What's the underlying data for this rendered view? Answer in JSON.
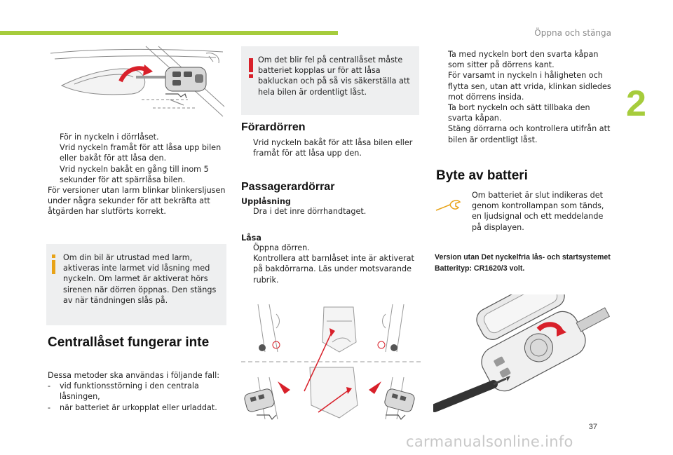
{
  "header": {
    "section_title": "Öppna och stänga",
    "chapter": "2",
    "page_number": "37"
  },
  "bullet_symbol": "",
  "col1": {
    "steps": [
      "För in nyckeln i dörrlåset.",
      "Vrid nyckeln framåt för att låsa upp bilen eller bakåt för att låsa den.",
      "Vrid nyckeln bakåt en gång till inom 5 sekunder för att spärrlåsa bilen."
    ],
    "note": "För versioner utan larm blinkar blinkersljusen under några sekunder för att bekräfta att åtgärden har slutförts korrekt.",
    "info_box": "Om din bil är utrustad med larm, aktiveras inte larmet vid låsning med nyckeln. Om larmet är aktiverat hörs sirenen när dörren öppnas. Den stängs av när tändningen slås på.",
    "central_lock_title": "Centrallåset fungerar inte",
    "central_lock_intro": "Dessa metoder ska användas i följande fall:",
    "central_lock_cases": [
      "vid funktionsstörning i den centrala låsningen,",
      "när batteriet är urkopplat eller urladdat."
    ],
    "dash_symbol": "-"
  },
  "col2": {
    "warning_box": "Om det blir fel på centrallåset måste batteriet kopplas ur för att låsa bakluckan och på så vis säkerställa att hela bilen är ordentligt låst.",
    "driver_door_title": "Förardörren",
    "driver_door_steps": [
      "Vrid nyckeln bakåt för att låsa bilen eller framåt för att låsa upp den."
    ],
    "passenger_doors_title": "Passagerardörrar",
    "unlock_label": "Upplåsning",
    "unlock_steps": [
      "Dra i det inre dörrhandtaget."
    ],
    "lock_label": "Låsa",
    "lock_steps": [
      "Öppna dörren.",
      "Kontrollera att barnlåset inte är aktiverat på bakdörrarna. Läs under motsvarande rubrik."
    ]
  },
  "col3": {
    "steps": [
      "Ta med nyckeln bort den svarta kåpan som sitter på dörrens kant.",
      "För varsamt in nyckeln i hål­igheten och flytta sen, utan att vrida, klinkan sidledes mot dörrens insida.",
      "Ta bort nyckeln och sätt tillbaka den svarta kåpan.",
      "Stäng dörrarna och kontrollera utifrån att bilen är ordentligt låst."
    ],
    "battery_title": "Byte av batteri",
    "battery_text": "Om batteriet är slut indikeras det genom kontrollampan som tänds, en ljudsignal och ett meddelande på displayen.",
    "version_note": "Version utan Det nyckelfria lås- och startsystemet",
    "battery_type": "Batterityp: CR1620/3 volt."
  },
  "watermark": "carmanualsonline.info",
  "colors": {
    "accent_green": "#a6cc3c",
    "info_orange": "#e8a318",
    "warning_red": "#d8202a",
    "box_gray": "#eeeff0"
  }
}
